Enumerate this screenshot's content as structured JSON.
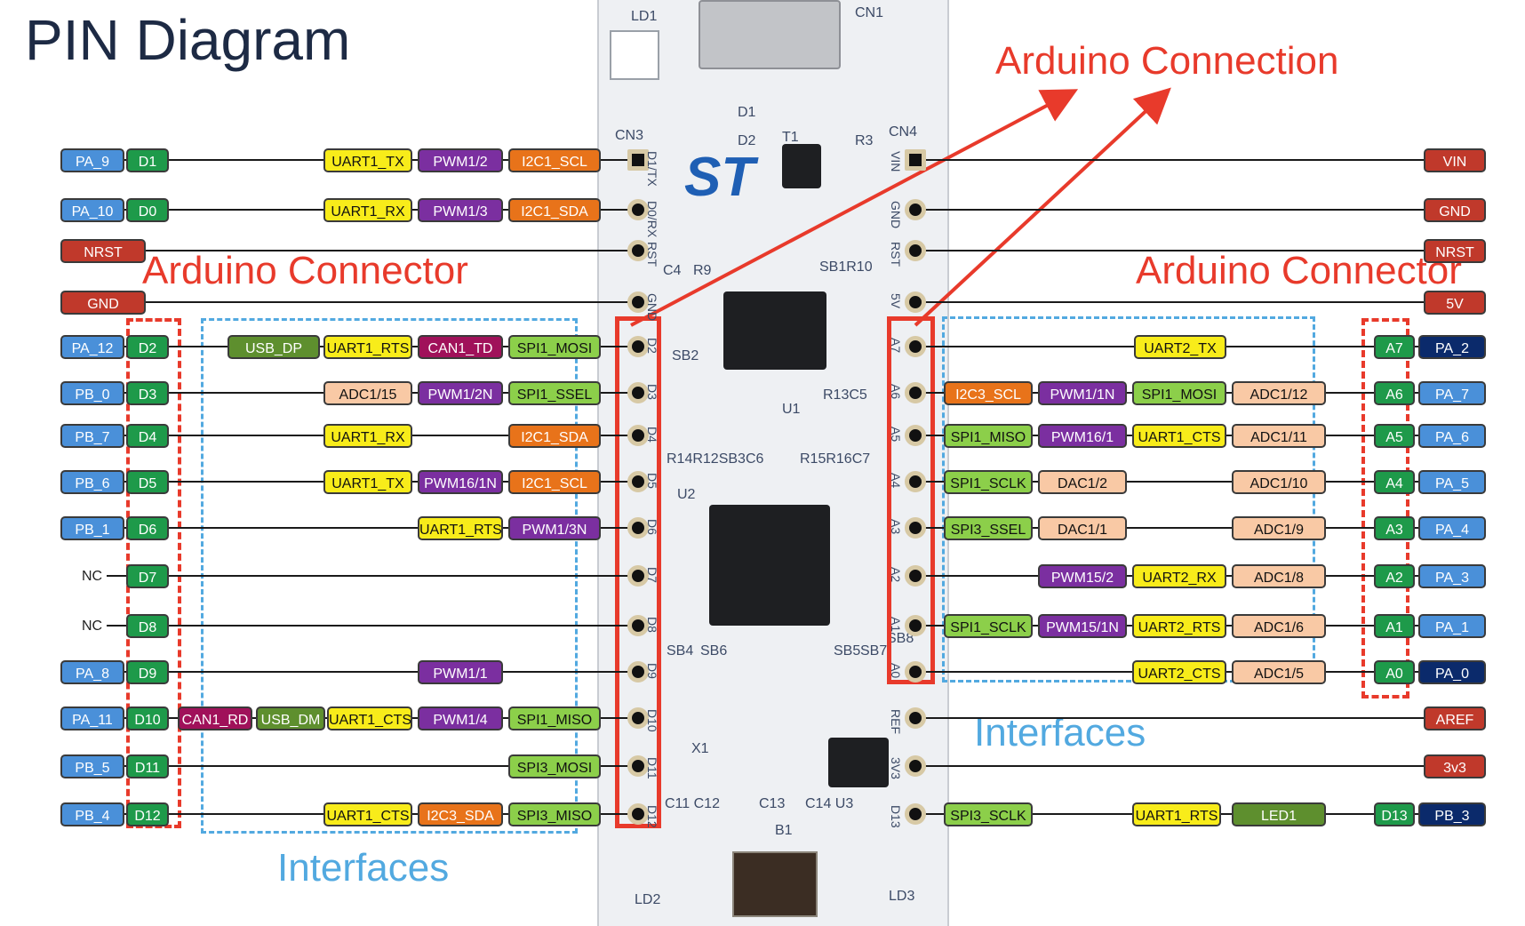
{
  "title": "PIN Diagram",
  "annotations": {
    "arduino_connection": "Arduino Connection",
    "arduino_connector_left": "Arduino Connector",
    "arduino_connector_right": "Arduino Connector",
    "interfaces_left": "Interfaces",
    "interfaces_right": "Interfaces"
  },
  "board_labels": {
    "cn3": "CN3",
    "cn4": "CN4",
    "cn1": "CN1",
    "ld1": "LD1",
    "ld2": "LD2",
    "ld3": "LD3",
    "d1": "D1",
    "d2": "D2",
    "t1": "T1",
    "r3": "R3",
    "c4": "C4",
    "r9": "R9",
    "sb1r10": "SB1R10",
    "sb2": "SB2",
    "u1": "U1",
    "r13c5": "R13C5",
    "r14row": "R14R12SB3C6",
    "r15row": "R15R16C7",
    "u2": "U2",
    "sb4": "SB4",
    "sb6": "SB6",
    "sb5": "SB5",
    "sb7": "SB7",
    "sb8": "SB8",
    "x1": "X1",
    "c11c12": "C11 C12",
    "c13": "C13",
    "c14u3": "C14 U3",
    "b1": "B1",
    "cn3_pins": [
      "D1/TX",
      "D0/RX",
      "RST",
      "GND",
      "D2",
      "D3",
      "D4",
      "D5",
      "D6",
      "D7",
      "D8",
      "D9",
      "D10",
      "D11",
      "D12"
    ],
    "cn4_pins": [
      "VIN",
      "GND",
      "RST",
      "5V",
      "A7",
      "A6",
      "A5",
      "A4",
      "A3",
      "A2",
      "A1",
      "A0",
      "REF",
      "3V3",
      "D13"
    ],
    "logo": "ST"
  },
  "colors": {
    "port": "#4a90d9",
    "arduino": "#1e9a4a",
    "port_dark": "#0b2a6b",
    "power": "#c0392b",
    "uart": "#f8ec1a",
    "pwm": "#7b2fa0",
    "i2c": "#e8731a",
    "spi": "#8ccf4a",
    "adc": "#f9c9a5",
    "can": "#a0115a",
    "usb": "#5e8f2e",
    "dac": "#f9c9a5",
    "led": "#5e8f2e"
  },
  "left_rows": [
    {
      "port": "PA_9",
      "arduino": "D1",
      "functions": [
        "UART1_TX",
        "PWM1/2",
        "I2C1_SCL"
      ]
    },
    {
      "port": "PA_10",
      "arduino": "D0",
      "functions": [
        "UART1_RX",
        "PWM1/3",
        "I2C1_SDA"
      ]
    },
    {
      "power": "NRST"
    },
    {
      "power": "GND"
    },
    {
      "port": "PA_12",
      "arduino": "D2",
      "functions": [
        "USB_DP",
        "UART1_RTS",
        "CAN1_TD",
        "SPI1_MOSI"
      ]
    },
    {
      "port": "PB_0",
      "arduino": "D3",
      "functions": [
        "ADC1/15",
        "PWM1/2N",
        "SPI1_SSEL"
      ]
    },
    {
      "port": "PB_7",
      "arduino": "D4",
      "functions": [
        "UART1_RX",
        "I2C1_SDA"
      ]
    },
    {
      "port": "PB_6",
      "arduino": "D5",
      "functions": [
        "UART1_TX",
        "PWM16/1N",
        "I2C1_SCL"
      ]
    },
    {
      "port": "PB_1",
      "arduino": "D6",
      "functions": [
        "UART1_RTS",
        "PWM1/3N"
      ]
    },
    {
      "nc": "NC",
      "arduino": "D7",
      "functions": []
    },
    {
      "nc": "NC",
      "arduino": "D8",
      "functions": []
    },
    {
      "port": "PA_8",
      "arduino": "D9",
      "functions": [
        "PWM1/1"
      ]
    },
    {
      "port": "PA_11",
      "arduino": "D10",
      "functions": [
        "CAN1_RD",
        "USB_DM",
        "UART1_CTS",
        "PWM1/4",
        "SPI1_MISO"
      ]
    },
    {
      "port": "PB_5",
      "arduino": "D11",
      "functions": [
        "SPI3_MOSI"
      ]
    },
    {
      "port": "PB_4",
      "arduino": "D12",
      "functions": [
        "UART1_CTS",
        "I2C3_SDA",
        "SPI3_MISO"
      ]
    }
  ],
  "right_rows": [
    {
      "power": "VIN"
    },
    {
      "power": "GND"
    },
    {
      "power": "NRST"
    },
    {
      "power": "5V"
    },
    {
      "arduino": "A7",
      "port": "PA_2",
      "functions": [
        "UART2_TX"
      ]
    },
    {
      "arduino": "A6",
      "port": "PA_7",
      "functions": [
        "I2C3_SCL",
        "PWM1/1N",
        "SPI1_MOSI",
        "ADC1/12"
      ]
    },
    {
      "arduino": "A5",
      "port": "PA_6",
      "functions": [
        "SPI1_MISO",
        "PWM16/1",
        "UART1_CTS",
        "ADC1/11"
      ]
    },
    {
      "arduino": "A4",
      "port": "PA_5",
      "functions": [
        "SPI1_SCLK",
        "DAC1/2",
        "ADC1/10"
      ]
    },
    {
      "arduino": "A3",
      "port": "PA_4",
      "functions": [
        "SPI3_SSEL",
        "DAC1/1",
        "ADC1/9"
      ]
    },
    {
      "arduino": "A2",
      "port": "PA_3",
      "functions": [
        "PWM15/2",
        "UART2_RX",
        "ADC1/8"
      ]
    },
    {
      "arduino": "A1",
      "port": "PA_1",
      "functions": [
        "SPI1_SCLK",
        "PWM15/1N",
        "UART2_RTS",
        "ADC1/6"
      ]
    },
    {
      "arduino": "A0",
      "port": "PA_0",
      "functions": [
        "UART2_CTS",
        "ADC1/5"
      ]
    },
    {
      "power": "AREF"
    },
    {
      "power": "3v3"
    },
    {
      "arduino": "D13",
      "port": "PB_3",
      "functions": [
        "SPI3_SCLK",
        "UART1_RTS",
        "LED1"
      ]
    }
  ]
}
